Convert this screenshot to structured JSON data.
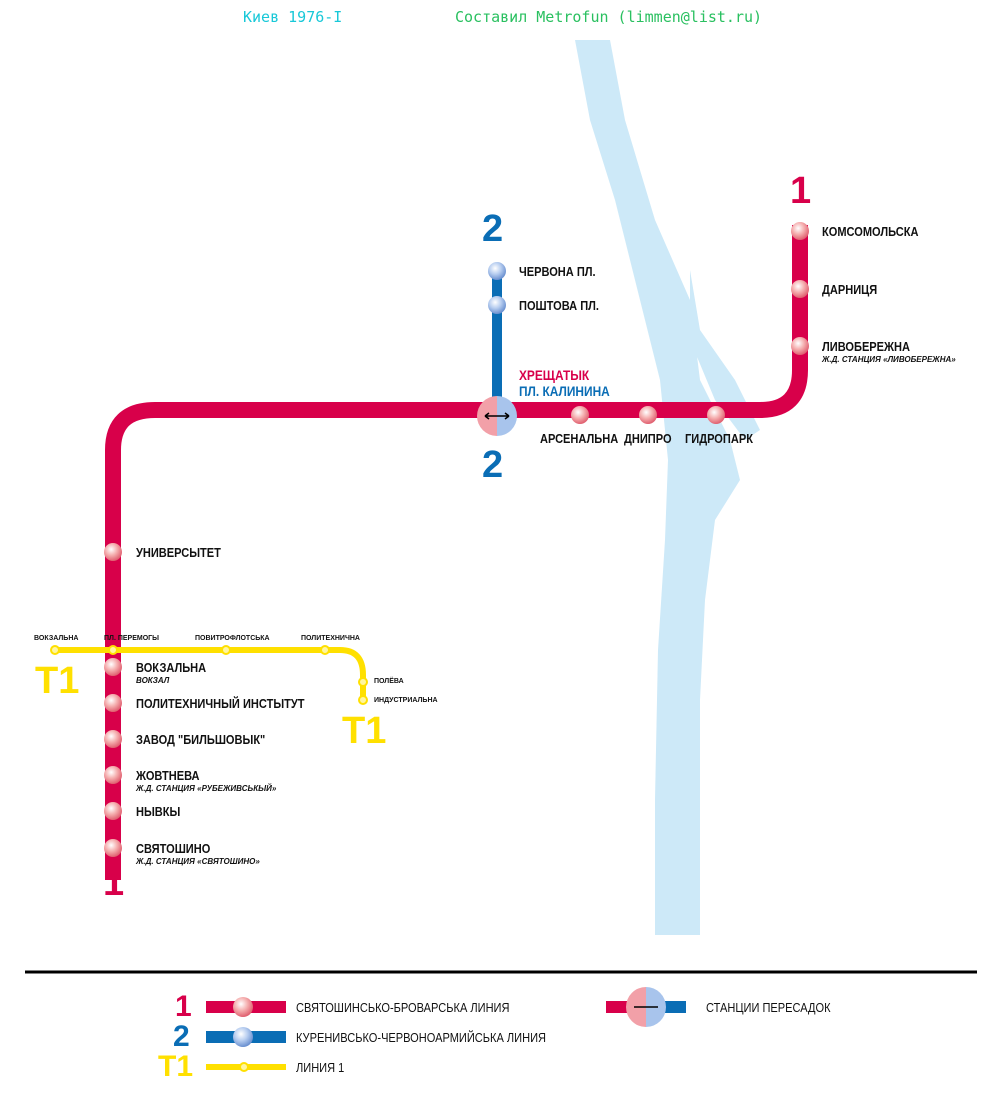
{
  "header": {
    "title": "Киев 1976-I",
    "credit": "Составил Metrofun (limmen@list.ru)"
  },
  "colors": {
    "line1": "#d8004a",
    "line2": "#0a6db5",
    "t1": "#ffe000",
    "river": "#cde9f8",
    "header_title": "#18c8d8",
    "header_credit": "#2ac060"
  },
  "line1": {
    "number": "1",
    "stations": [
      {
        "name": "КОМСОМОЛЬСКА"
      },
      {
        "name": "ДАРНИЦЯ"
      },
      {
        "name": "ЛИВОБЕРЕЖНА",
        "note": "Ж.Д. СТАНЦИЯ «ЛИВОБЕРЕЖНА»"
      },
      {
        "name": "ГИДРОПАРК"
      },
      {
        "name": "ДНИПРО"
      },
      {
        "name": "АРСЕНАЛЬНА"
      },
      {
        "name": "УНИВЕРСЫТЕТ"
      },
      {
        "name": "ВОКЗАЛЬНА",
        "note": "ВОКЗАЛ"
      },
      {
        "name": "ПОЛИТЕХНИЧНЫЙ ИНСТЫТУТ"
      },
      {
        "name": "ЗАВОД \"БИЛЬШОВЫК\""
      },
      {
        "name": "ЖОВТНЕВА",
        "note": "Ж.Д. СТАНЦИЯ «РУБЕЖИВСЬКЫЙ»"
      },
      {
        "name": "НЫВКЫ"
      },
      {
        "name": "СВЯТОШИНО",
        "note": "Ж.Д. СТАНЦИЯ «СВЯТОШИНО»"
      }
    ]
  },
  "line2": {
    "number": "2",
    "stations": [
      {
        "name": "ЧЕРВОНА ПЛ."
      },
      {
        "name": "ПОШТОВА ПЛ."
      }
    ]
  },
  "transfer": {
    "name1": "ХРЕЩАТЫК",
    "name2": "ПЛ. КАЛИНИНА"
  },
  "t1": {
    "number": "T1",
    "stations": [
      "ВОКЗАЛЬНА",
      "ПЛ. ПЕРЕМОГЫ",
      "ПОВИТРОФЛОТСЬКА",
      "ПОЛИТЕХНИЧНА",
      "ПОЛЁВА",
      "ИНДУСТРИАЛЬНА"
    ]
  },
  "legend": {
    "l1_num": "1",
    "l1": "СВЯТОШИНСЬКО-БРОВАРСЬКА ЛИНИЯ",
    "l2_num": "2",
    "l2": "КУРЕНИВСЬКО-ЧЕРВОНОАРМИЙСЬКА ЛИНИЯ",
    "t1_num": "T1",
    "t1": "ЛИНИЯ 1",
    "transfer": "СТАНЦИИ ПЕРЕСАДОК"
  }
}
